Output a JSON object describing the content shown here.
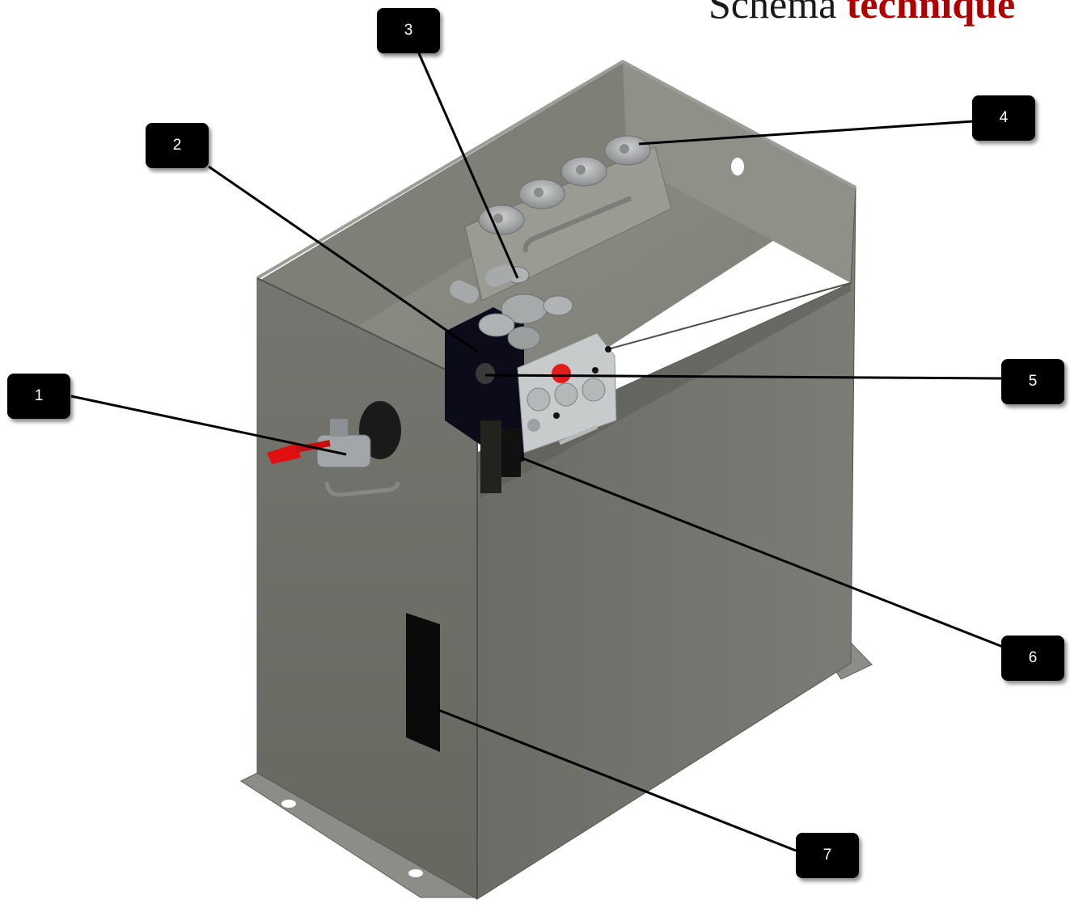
{
  "title": {
    "word1": "Schéma",
    "word2": "technique"
  },
  "callouts": [
    {
      "id": "1",
      "part": "ball-valve-red-handle"
    },
    {
      "id": "2",
      "part": "valve-block"
    },
    {
      "id": "3",
      "part": "valve-cap"
    },
    {
      "id": "4",
      "part": "filler-caps"
    },
    {
      "id": "5",
      "part": "manifold-port"
    },
    {
      "id": "6",
      "part": "block-support"
    },
    {
      "id": "7",
      "part": "sight-window"
    }
  ],
  "colors": {
    "tank_front": "#6e6f68",
    "tank_side": "#72736c",
    "tank_inner": "#8a8b83",
    "valve_handle": "#e01010",
    "valve_block": "#0b0b1a",
    "callout_bg": "#000000",
    "title_accent": "#b00000"
  }
}
